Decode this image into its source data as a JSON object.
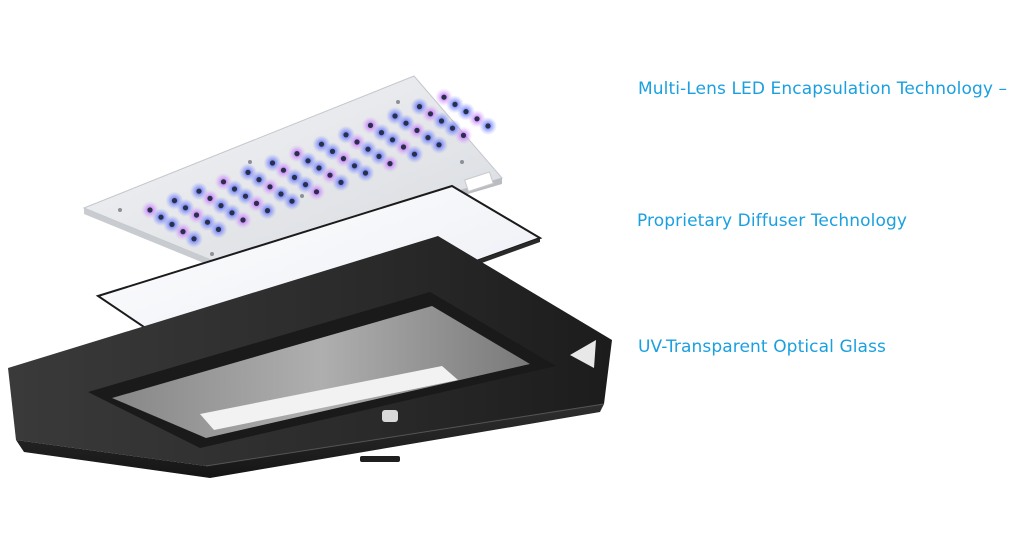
{
  "labels": [
    {
      "text": "Multi-Lens LED Encapsulation Technology –"
    },
    {
      "text": "Proprietary Diffuser Technology"
    },
    {
      "text": "UV-Transparent Optical Glass"
    }
  ],
  "colors": {
    "label": "#1aa0e0",
    "housing": "#2b2b2b",
    "led_board": "#e6e8ec",
    "led_glow_blue": "#4a5cff",
    "led_glow_violet": "#b04aff"
  }
}
